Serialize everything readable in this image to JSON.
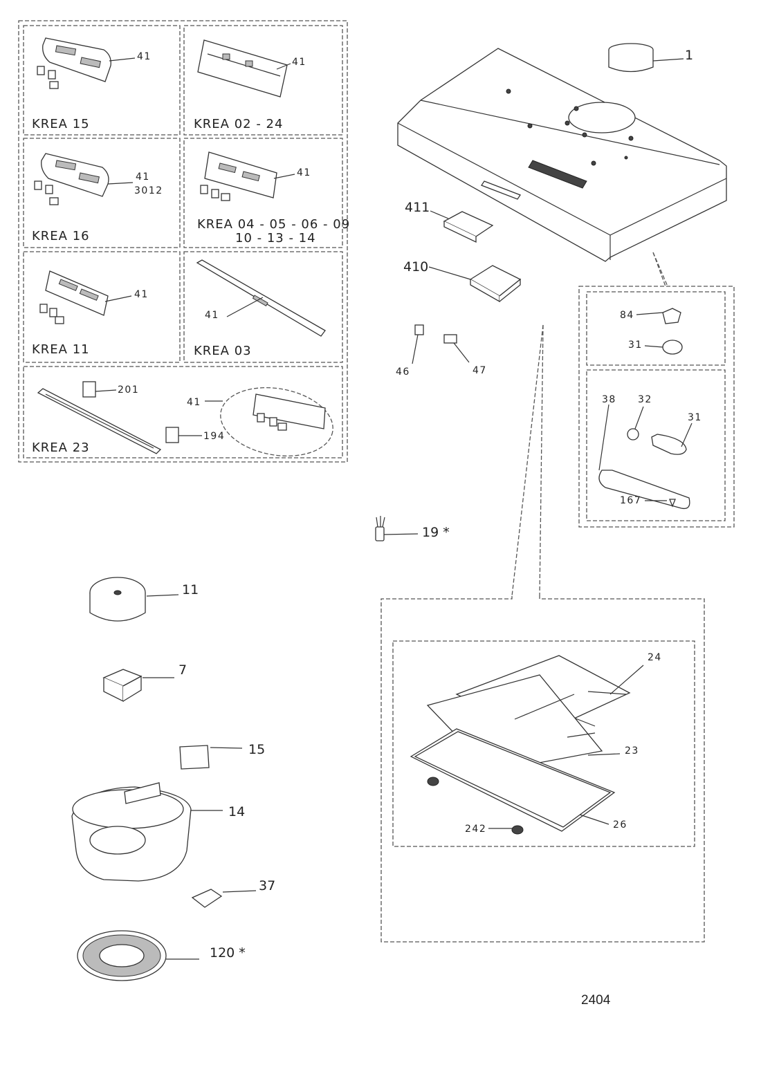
{
  "drawing_id": "2404",
  "callouts": {
    "p1": "1",
    "p411": "411",
    "p410": "410",
    "p46": "46",
    "p47": "47",
    "p84": "84",
    "p31a": "31",
    "p38": "38",
    "p32": "32",
    "p31b": "31",
    "p167": "167",
    "p19": "19 *",
    "p11": "11",
    "p7": "7",
    "p15": "15",
    "p14": "14",
    "p37": "37",
    "p120": "120 *",
    "p24": "24",
    "p23": "23",
    "p26": "26",
    "p242": "242"
  },
  "control_panels": {
    "krea15": {
      "model": "KREA 15",
      "part": "41"
    },
    "krea0224": {
      "model": "KREA 02 - 24",
      "part": "41"
    },
    "krea16": {
      "model": "KREA 16",
      "part": "41",
      "part2": "3012"
    },
    "krea04": {
      "model": "KREA 04 - 05 - 06 - 09",
      "model_line2": "10 - 13 - 14",
      "part": "41"
    },
    "krea11": {
      "model": "KREA 11",
      "part": "41"
    },
    "krea03": {
      "model": "KREA 03",
      "part": "41"
    },
    "krea23": {
      "model": "KREA 23",
      "part": "41",
      "part_201": "201",
      "part_194": "194"
    }
  }
}
